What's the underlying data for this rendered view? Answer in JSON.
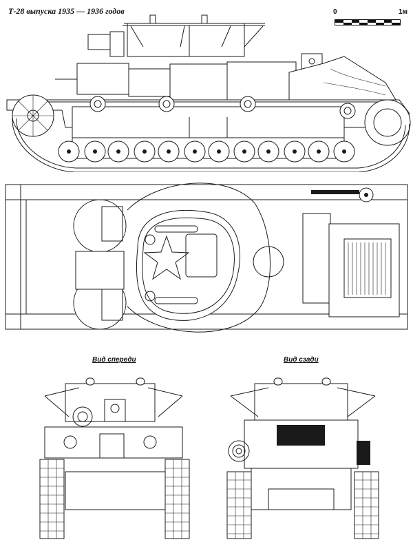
{
  "header": {
    "title": "Т-28 выпуска 1935 — 1936 годов"
  },
  "scale_bar": {
    "start_label": "0",
    "end_label": "1м",
    "segments": 8
  },
  "views": {
    "side": {
      "label": ""
    },
    "top": {
      "label": ""
    },
    "front": {
      "label": "Вид спереди"
    },
    "rear": {
      "label": "Вид сзади"
    }
  },
  "colors": {
    "line": "#1a1a1a",
    "background": "#ffffff"
  }
}
